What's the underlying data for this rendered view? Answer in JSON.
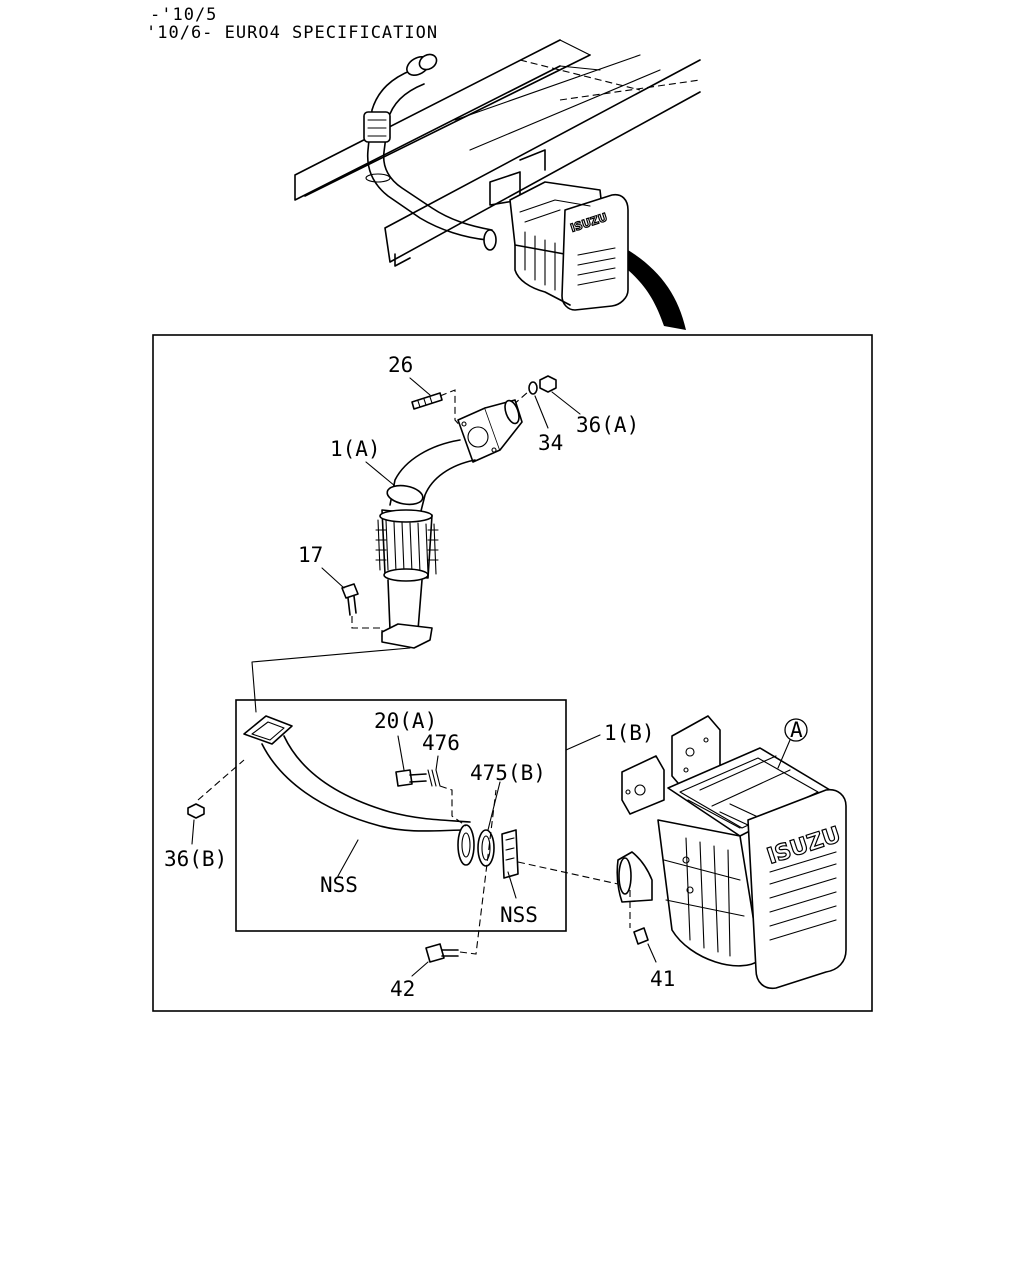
{
  "header": {
    "line1": "-'10/5",
    "line2": "'10/6- EURO4 SPECIFICATION"
  },
  "brand": "ISUZU",
  "callouts": {
    "c26": "26",
    "c36a": "36(A)",
    "c34": "34",
    "c1a": "1(A)",
    "c17": "17",
    "c20a": "20(A)",
    "c476": "476",
    "c475b": "475(B)",
    "c1b": "1(B)",
    "c_a": "A",
    "c36b": "36(B)",
    "nss1": "NSS",
    "nss2": "NSS",
    "c42": "42",
    "c41": "41"
  }
}
